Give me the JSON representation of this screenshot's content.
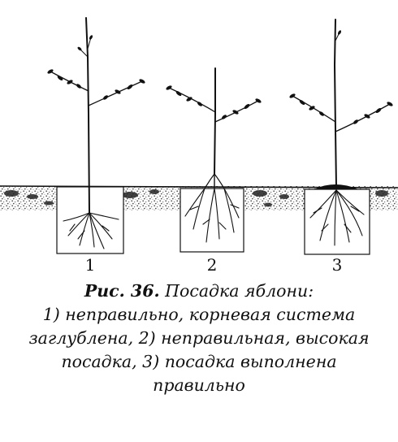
{
  "figure": {
    "panels": [
      {
        "number": "1"
      },
      {
        "number": "2"
      },
      {
        "number": "3"
      }
    ]
  },
  "caption": {
    "label": "Рис.  36.",
    "title": " Посадка яблони:",
    "lines": [
      "1) неправильно, корневая система",
      "заглублена, 2) неправильная, высокая",
      "посадка, 3) посадка выполнена",
      "правильно"
    ]
  },
  "colors": {
    "ink": "#111111",
    "soil": "#666666"
  }
}
